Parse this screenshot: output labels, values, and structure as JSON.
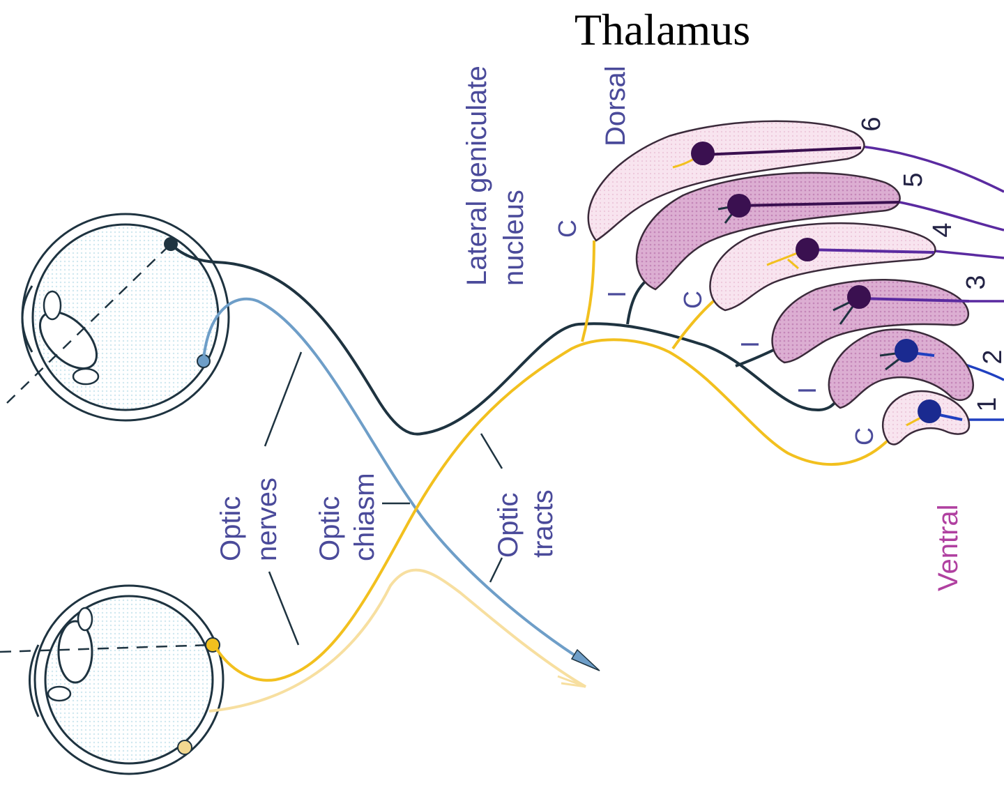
{
  "title": "Thalamus",
  "labels": {
    "lgn_line1": "Lateral geniculate",
    "lgn_line2": "nucleus",
    "dorsal": "Dorsal",
    "ventral": "Ventral",
    "optic_nerves_1": "Optic",
    "optic_nerves_2": "nerves",
    "optic_chiasm_1": "Optic",
    "optic_chiasm_2": "chiasm",
    "optic_tracts_1": "Optic",
    "optic_tracts_2": "tracts"
  },
  "layers": [
    {
      "number": "6",
      "eye": "C",
      "type": "parvocellular"
    },
    {
      "number": "5",
      "eye": "I",
      "type": "parvocellular"
    },
    {
      "number": "4",
      "eye": "C",
      "type": "parvocellular"
    },
    {
      "number": "3",
      "eye": "I",
      "type": "parvocellular"
    },
    {
      "number": "2",
      "eye": "I",
      "type": "magnocellular"
    },
    {
      "number": "1",
      "eye": "C",
      "type": "magnocellular"
    }
  ],
  "colors": {
    "ipsilateral_fiber": "#1e3340",
    "contralateral_fiber": "#f2c01e",
    "temporal_retina_fiber": "#6e9ec8",
    "layer_fill_dark": "#d9a8cf",
    "layer_fill_light": "#f6dcec",
    "layer_outline": "#3a2a3a",
    "neuron_parvo": "#3a1050",
    "neuron_magno": "#1a2a90",
    "axon_parvo": "#5a2aa0",
    "axon_magno": "#2040c0",
    "label_text": "#4a4a9a"
  }
}
